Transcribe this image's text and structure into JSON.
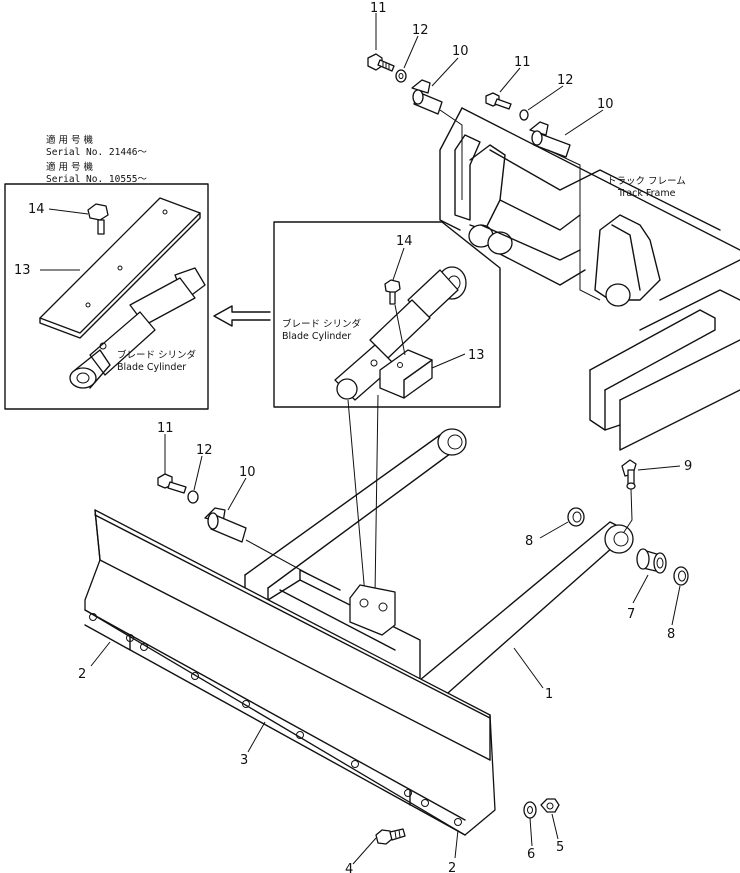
{
  "serial_note": {
    "line1_jp": "適 用 号 機",
    "line2": "Serial No. 21446～",
    "line3_jp": "適 用 号 機",
    "line4": "Serial No. 10555～"
  },
  "track_frame": {
    "jp": "トラック フレーム",
    "en": "Track Frame"
  },
  "blade_cylinder_center": {
    "jp": "ブレード シリンダ",
    "en": "Blade Cylinder"
  },
  "blade_cylinder_left": {
    "jp": "ブレード シリンダ",
    "en": "Blade Cylinder"
  },
  "callouts": {
    "c11_top": "11",
    "c12_top": "12",
    "c10_top": "10",
    "c11_mid": "11",
    "c12_mid": "12",
    "c10_mid": "10",
    "c14_left": "14",
    "c13_left": "13",
    "c14_center": "14",
    "c13_center": "13",
    "c11_low": "11",
    "c12_low": "12",
    "c10_low": "10",
    "c9": "9",
    "c8_a": "8",
    "c7": "7",
    "c8_b": "8",
    "c1": "1",
    "c2_left": "2",
    "c3": "3",
    "c4": "4",
    "c2_bottom": "2",
    "c6": "6",
    "c5": "5"
  }
}
